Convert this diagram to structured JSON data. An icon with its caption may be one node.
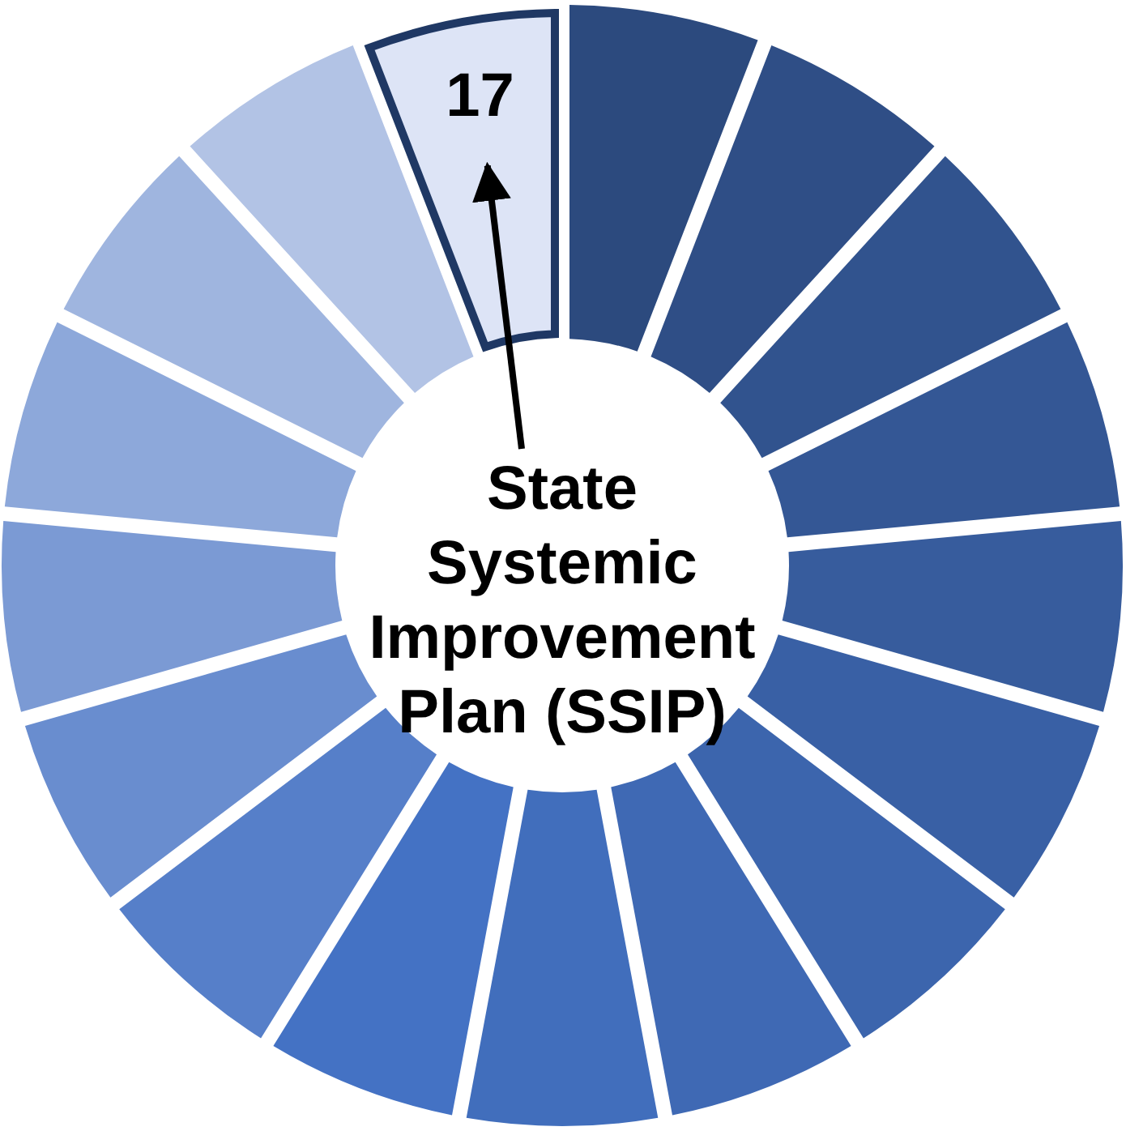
{
  "diagram": {
    "nodes": [
      {
        "text": [],
        "shape": "box"
      },
      {
        "text": [],
        "shape": "box"
      },
      {
        "text": [],
        "shape": "box"
      },
      {
        "text": [],
        "shape": "box"
      },
      {
        "text": [],
        "shape": "box"
      },
      {
        "text": [],
        "shape": "box"
      },
      {
        "text": [],
        "shape": "box"
      },
      {
        "text": [],
        "shape": "box"
      },
      {
        "text": [],
        "shape": "box"
      },
      {
        "text": [],
        "shape": "box"
      },
      {
        "text": [],
        "shape": "box"
      },
      {
        "text": [],
        "shape": "box"
      },
      {
        "text": [],
        "shape": "box"
      },
      {
        "text": [],
        "shape": "box"
      },
      {
        "text": [],
        "shape": "box"
      },
      {
        "text": [],
        "shape": "box"
      },
      {
        "text": [
          "17"
        ]
      },
      {
        "text": [
          "State Systemic Improvement Plan (SSIP)"
        ]
      }
    ],
    "edges": [
      {
        "from": 17,
        "to": 16,
        "arrow": "to"
      }
    ]
  }
}
